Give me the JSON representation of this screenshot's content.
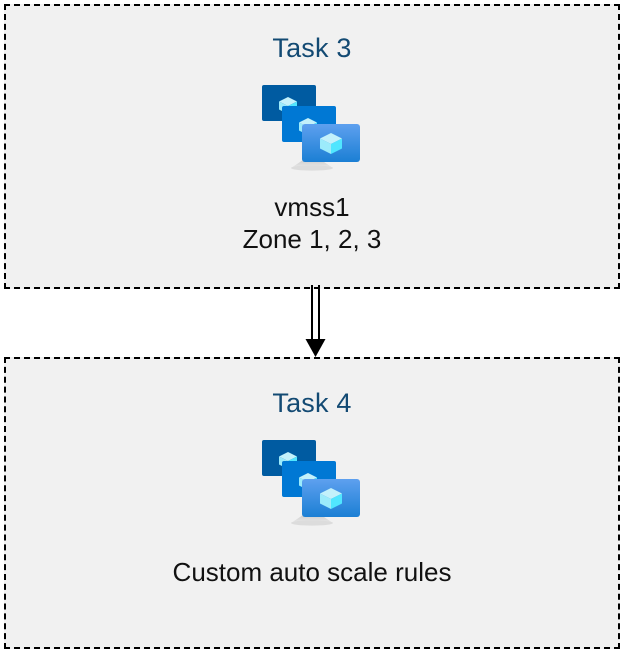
{
  "diagram": {
    "background_color": "#ffffff",
    "box_fill_color": "#f1f1f1",
    "box_border_color": "#000000",
    "title_color": "#134a73",
    "caption_color": "#111111",
    "connector_color": "#000000",
    "boxes": [
      {
        "id": "task3",
        "title": "Task 3",
        "icon": "vm-scale-set-icon",
        "caption": "vmss1\nZone 1, 2, 3",
        "caption_lines": [
          "vmss1",
          "Zone 1, 2, 3"
        ]
      },
      {
        "id": "task4",
        "title": "Task 4",
        "icon": "vm-scale-set-icon",
        "caption": "Custom auto scale rules",
        "caption_lines": [
          "Custom auto scale rules"
        ]
      }
    ],
    "connector": {
      "name": "double-line-arrow-down",
      "from": "task3",
      "to": "task4",
      "style": "double-line",
      "arrowhead": "solid-triangle"
    },
    "icon_colors": {
      "monitor_back": "#005ba1",
      "monitor_middle": "#0078d4",
      "monitor_front_top": "#5ea0ef",
      "monitor_front_bottom": "#1b7fd4",
      "cube_light": "#c3f1fb",
      "cube_mid": "#9cebfb",
      "cube_dark": "#50e6ff",
      "stand_top": "#949494",
      "stand_bottom": "#dcdcdc"
    }
  }
}
